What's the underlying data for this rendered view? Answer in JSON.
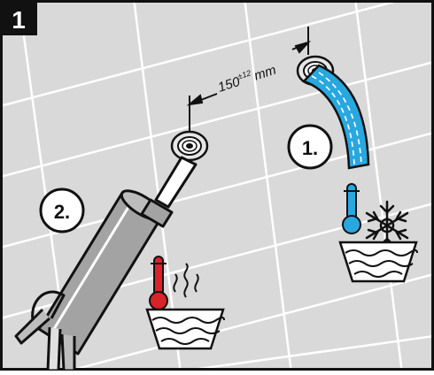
{
  "figure": {
    "panel_number": "1",
    "dimension_label": "150",
    "dimension_tolerance": "±12",
    "dimension_unit": "mm",
    "step_one": "1.",
    "step_two": "2.",
    "icons": [
      "hot-water-thermometer-icon",
      "cold-water-snowflake-icon",
      "sealant-caulking-gun-icon",
      "water-hose-icon"
    ],
    "colors": {
      "frame": "#111111",
      "wall": "#d9d9d9",
      "tile_grout": "#ffffff",
      "hose": "#29a8e0",
      "hot": "#d9222a",
      "cold": "#29a8e0",
      "gun": "#a3a3a3"
    }
  }
}
